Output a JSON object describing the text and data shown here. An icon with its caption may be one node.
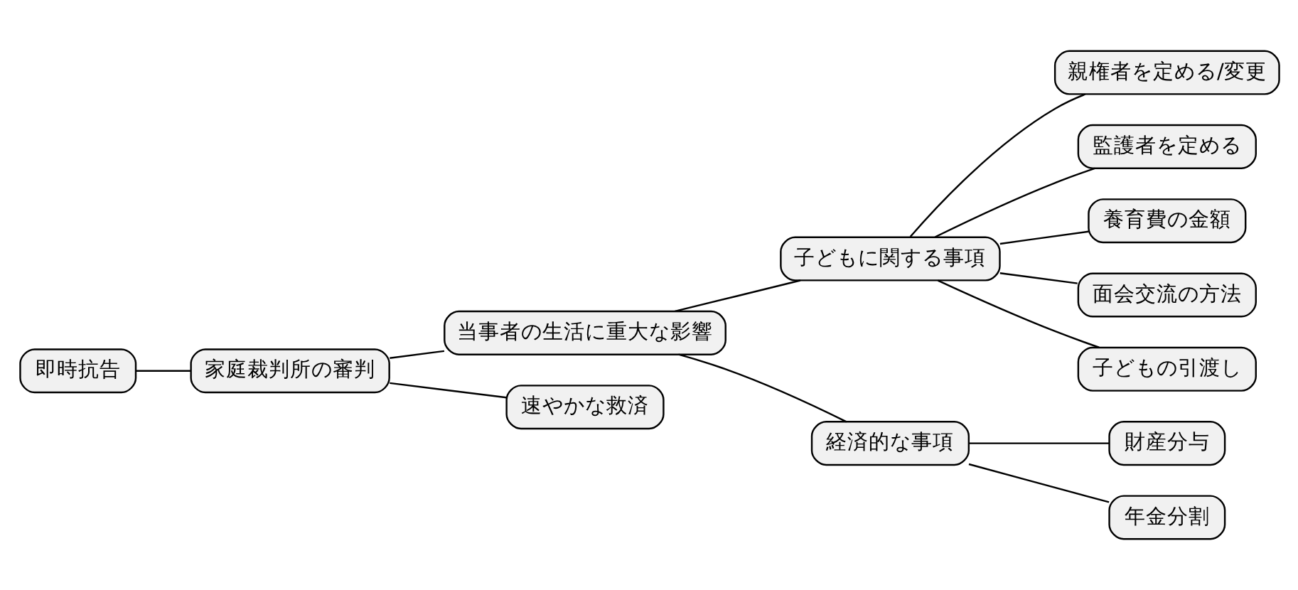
{
  "diagram": {
    "nodes": [
      {
        "text": [
          "即時抗告"
        ]
      },
      {
        "text": [
          "家庭裁判所の審判"
        ]
      },
      {
        "text": [
          "当事者の生活に重大な影響"
        ]
      },
      {
        "text": [
          "速やかな救済"
        ]
      },
      {
        "text": [
          "子どもに関する事項"
        ]
      },
      {
        "text": [
          "親権者を定める/変更"
        ]
      },
      {
        "text": [
          "監護者を定める"
        ]
      },
      {
        "text": [
          "養育費の金額"
        ]
      },
      {
        "text": [
          "面会交流の方法"
        ]
      },
      {
        "text": [
          "子どもの引渡し"
        ]
      },
      {
        "text": [
          "経済的な事項"
        ]
      },
      {
        "text": [
          "財産分与"
        ]
      },
      {
        "text": [
          "年金分割"
        ]
      }
    ],
    "edges": [
      {
        "from": 0,
        "to": 1,
        "arrow": "none"
      },
      {
        "from": 1,
        "to": 2,
        "arrow": "none"
      },
      {
        "from": 1,
        "to": 3,
        "arrow": "none"
      },
      {
        "from": 2,
        "to": 4,
        "arrow": "none"
      },
      {
        "from": 4,
        "to": 5,
        "arrow": "none"
      },
      {
        "from": 4,
        "to": 6,
        "arrow": "none"
      },
      {
        "from": 4,
        "to": 7,
        "arrow": "none"
      },
      {
        "from": 4,
        "to": 8,
        "arrow": "none"
      },
      {
        "from": 4,
        "to": 9,
        "arrow": "none"
      },
      {
        "from": 2,
        "to": 10,
        "arrow": "none"
      },
      {
        "from": 10,
        "to": 11,
        "arrow": "none"
      },
      {
        "from": 10,
        "to": 12,
        "arrow": "none"
      }
    ]
  }
}
